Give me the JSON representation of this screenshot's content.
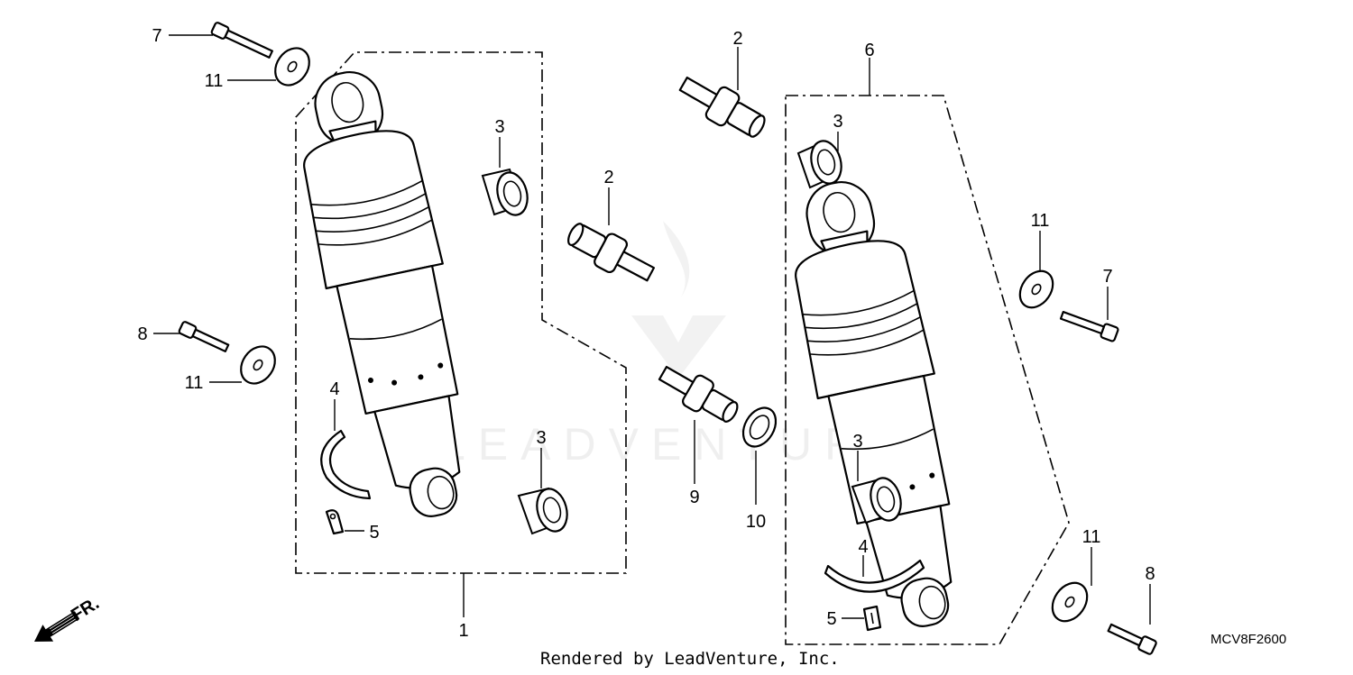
{
  "diagram": {
    "callouts": [
      "1",
      "2",
      "2",
      "3",
      "3",
      "3",
      "3",
      "4",
      "4",
      "5",
      "5",
      "6",
      "7",
      "7",
      "8",
      "8",
      "9",
      "10",
      "11",
      "11",
      "11",
      "11"
    ],
    "diagram_code": "MCV8F2600",
    "direction_label": "FR.",
    "credit": "Rendered by LeadVenture, Inc.",
    "watermark": "LEADVENTURE"
  }
}
